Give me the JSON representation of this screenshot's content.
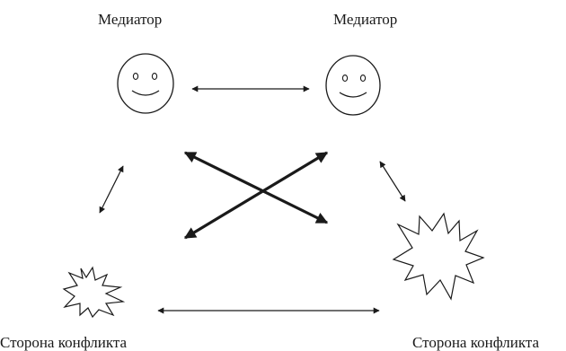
{
  "labels": {
    "mediator_left": "Медиатор",
    "mediator_right": "Медиатор",
    "party_left": "Сторона конфликта",
    "party_right": "Сторона конфликта"
  },
  "nodes": [
    {
      "id": "mediator-left",
      "role": "mediator",
      "icon": "smiley-face-icon"
    },
    {
      "id": "mediator-right",
      "role": "mediator",
      "icon": "smiley-face-icon"
    },
    {
      "id": "party-left",
      "role": "conflict-party",
      "icon": "starburst-icon",
      "size": "small"
    },
    {
      "id": "party-right",
      "role": "conflict-party",
      "icon": "starburst-icon",
      "size": "large"
    }
  ],
  "connections": [
    {
      "from": "mediator-left",
      "to": "mediator-right",
      "style": "thin",
      "direction": "both"
    },
    {
      "from": "mediator-left",
      "to": "party-left",
      "style": "thin",
      "direction": "both"
    },
    {
      "from": "mediator-right",
      "to": "party-right",
      "style": "thin",
      "direction": "both"
    },
    {
      "from": "party-left",
      "to": "party-right",
      "style": "thin",
      "direction": "both"
    },
    {
      "from": "mediator-left",
      "to": "party-right",
      "style": "thick",
      "direction": "both"
    },
    {
      "from": "mediator-right",
      "to": "party-left",
      "style": "thick",
      "direction": "both"
    }
  ],
  "colors": {
    "stroke": "#1a1a1a",
    "background": "#ffffff"
  }
}
